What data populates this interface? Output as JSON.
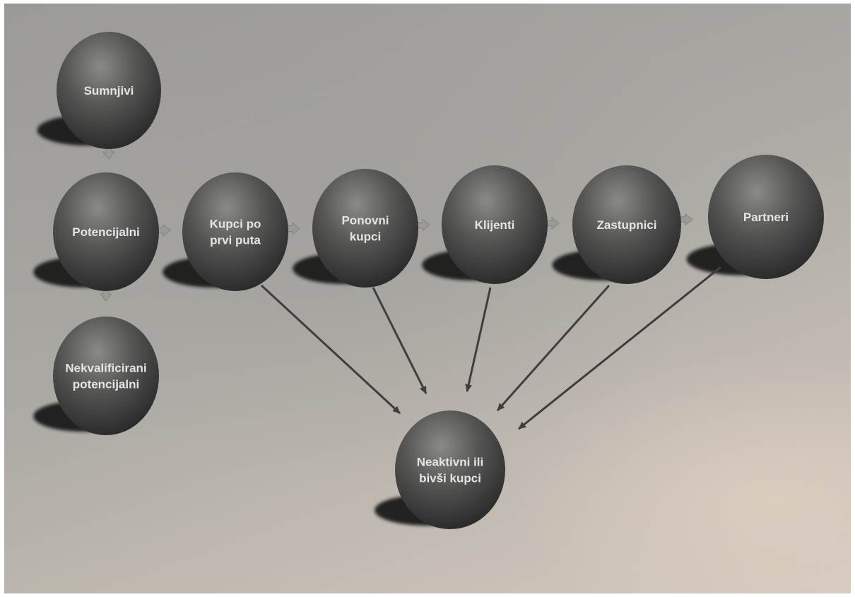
{
  "nodes": [
    {
      "id": "suspects",
      "label_lines": [
        "Sumnjivi"
      ]
    },
    {
      "id": "prospects",
      "label_lines": [
        "Potencijalni"
      ]
    },
    {
      "id": "disqualified",
      "label_lines": [
        "Nekvalificirani",
        "potencijalni"
      ]
    },
    {
      "id": "first-time",
      "label_lines": [
        "Kupci po",
        "prvi puta"
      ]
    },
    {
      "id": "repeat",
      "label_lines": [
        "Ponovni",
        "kupci"
      ]
    },
    {
      "id": "clients",
      "label_lines": [
        "Klijenti"
      ]
    },
    {
      "id": "advocates",
      "label_lines": [
        "Zastupnici"
      ]
    },
    {
      "id": "partners",
      "label_lines": [
        "Partneri"
      ]
    },
    {
      "id": "inactive",
      "label_lines": [
        "Neaktivni ili",
        "bivši kupci"
      ]
    }
  ],
  "edges": [
    {
      "from": "suspects",
      "to": "prospects"
    },
    {
      "from": "prospects",
      "to": "disqualified"
    },
    {
      "from": "prospects",
      "to": "first-time"
    },
    {
      "from": "first-time",
      "to": "repeat"
    },
    {
      "from": "repeat",
      "to": "clients"
    },
    {
      "from": "clients",
      "to": "advocates"
    },
    {
      "from": "advocates",
      "to": "partners"
    },
    {
      "from": "first-time",
      "to": "inactive"
    },
    {
      "from": "repeat",
      "to": "inactive"
    },
    {
      "from": "clients",
      "to": "inactive"
    },
    {
      "from": "advocates",
      "to": "inactive"
    },
    {
      "from": "partners",
      "to": "inactive"
    }
  ],
  "colors": {
    "sphere_highlight": "#8a8a88",
    "sphere_body": "#4a4a49",
    "sphere_edge": "#262626",
    "shadow": "#151515",
    "label": "#e4e4e4",
    "flow_arrow": "#9a9a98",
    "exit_arrow": "#3e3e3e"
  }
}
